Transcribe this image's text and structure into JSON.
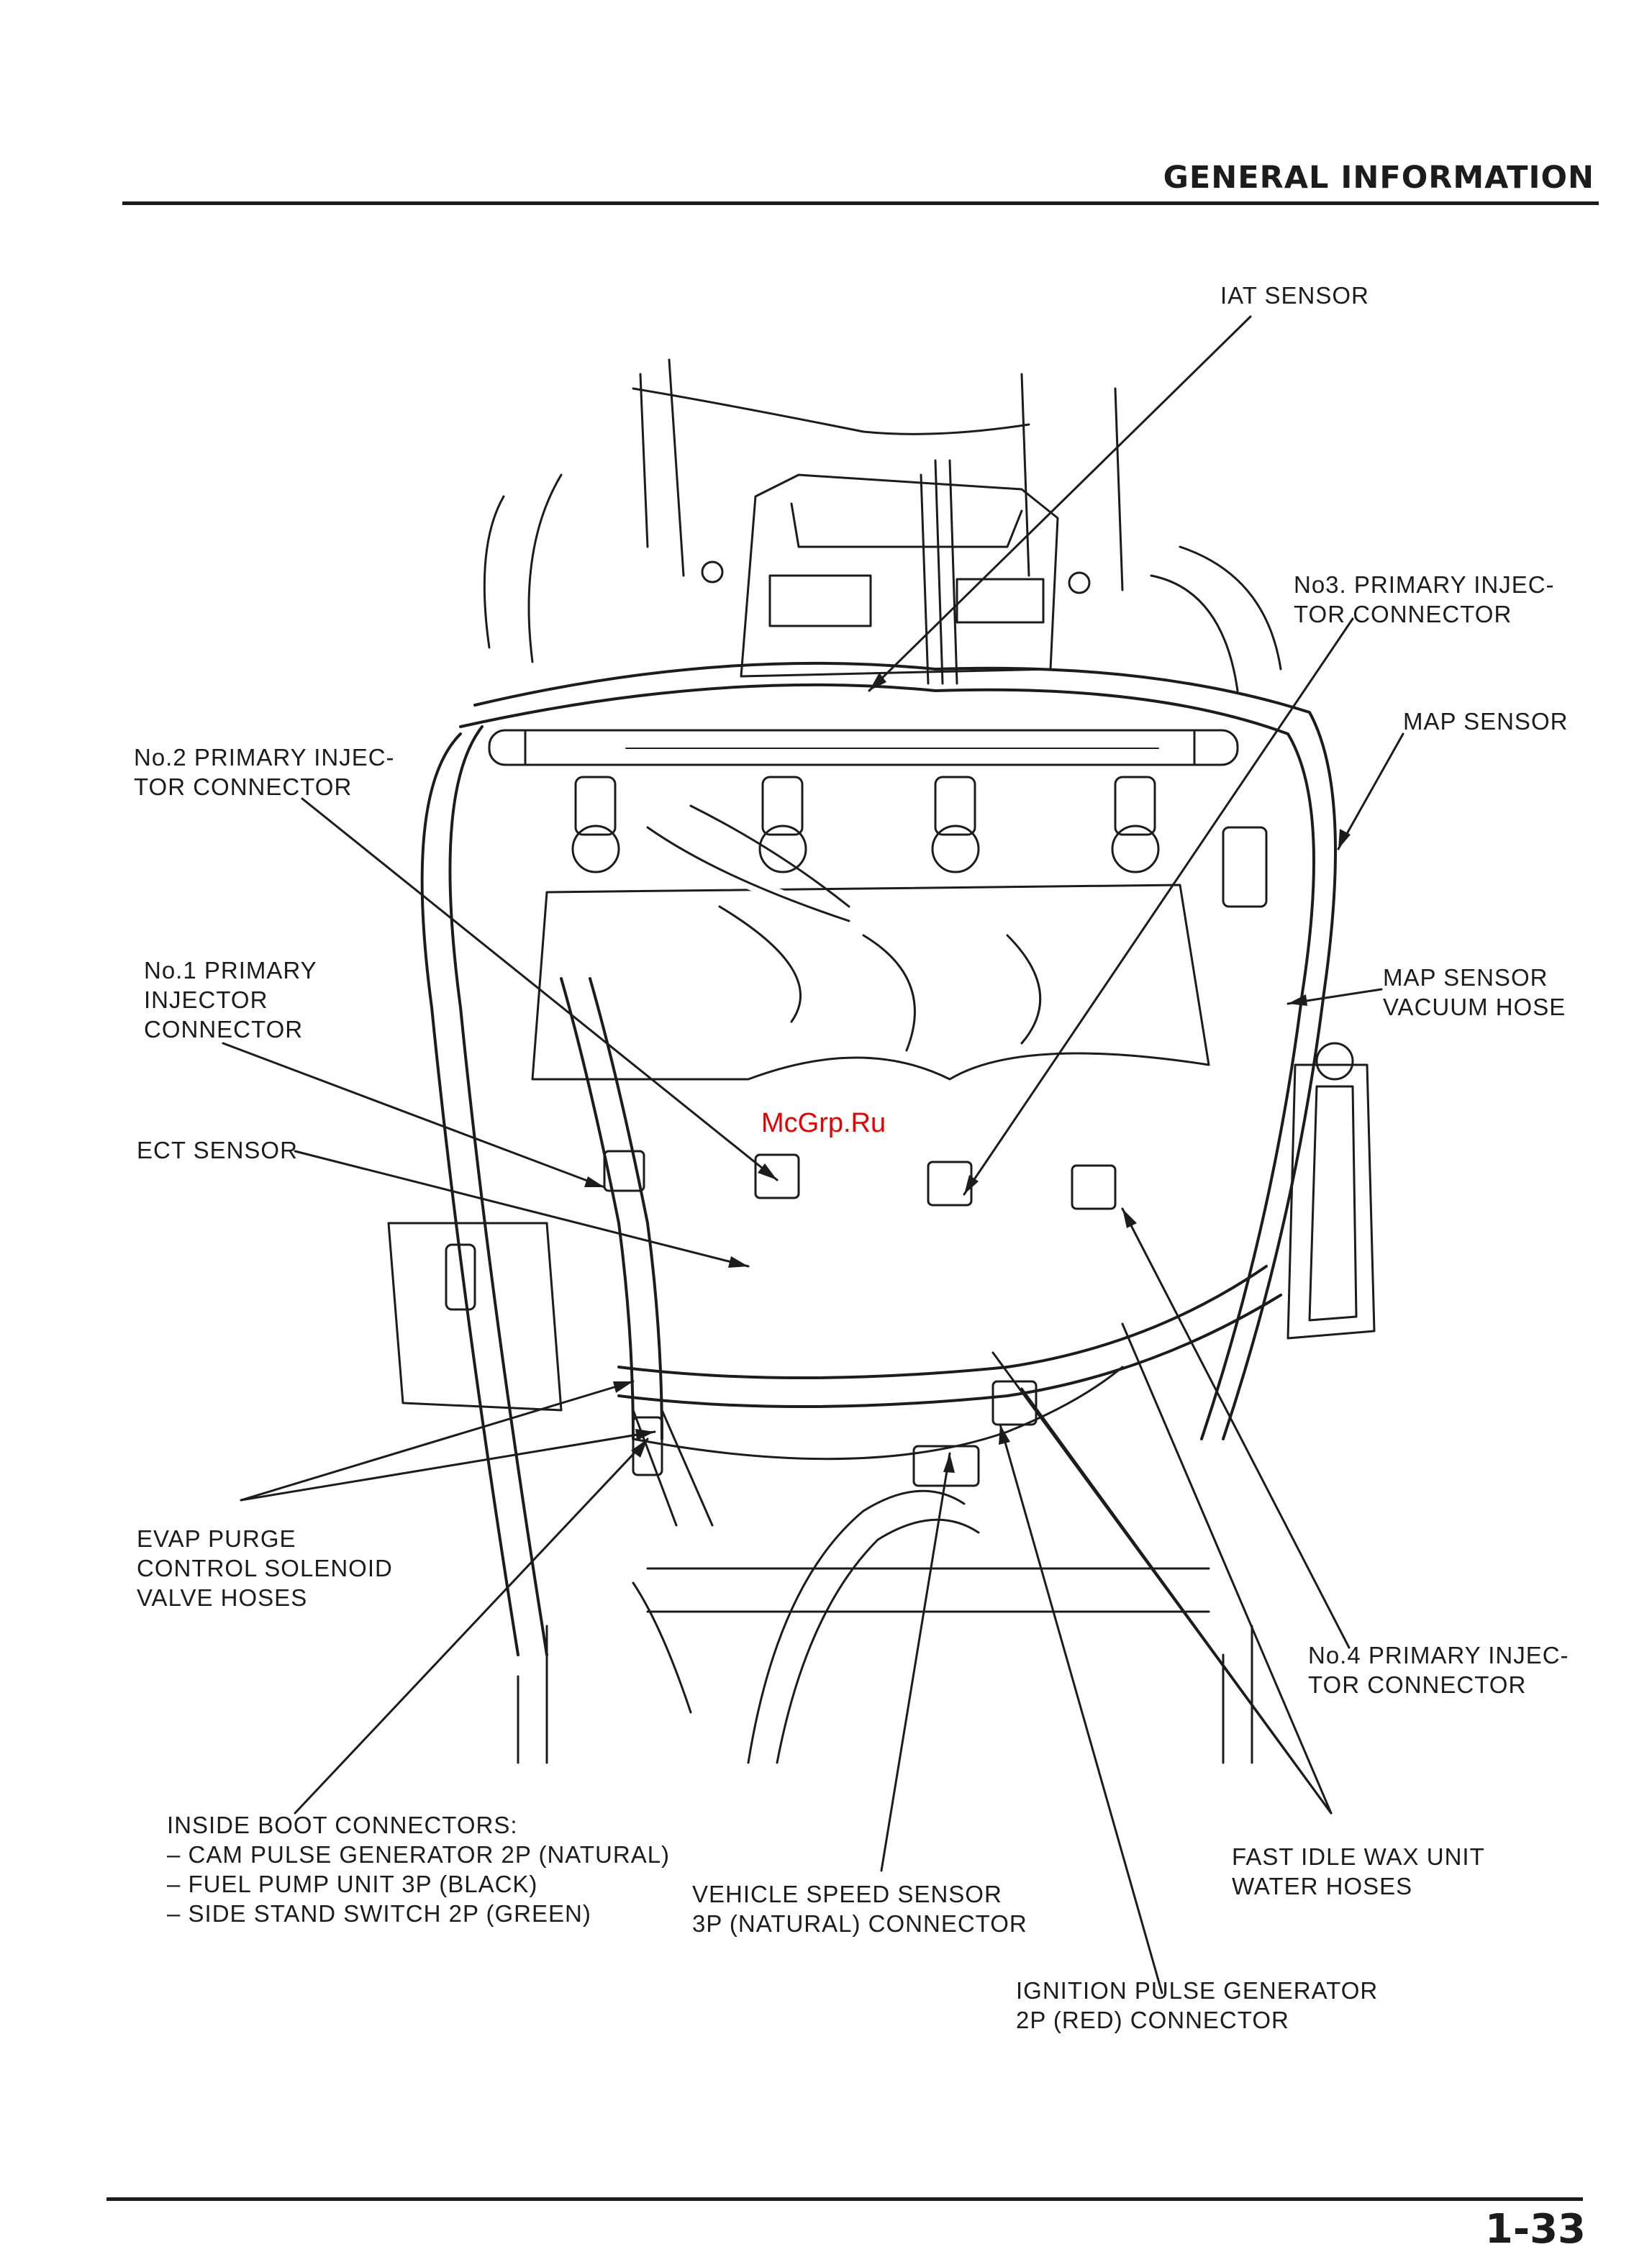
{
  "header": {
    "section_title": "GENERAL INFORMATION",
    "page_number": "1-33"
  },
  "watermark": "McGrp.Ru",
  "callouts": {
    "iat_sensor": [
      "IAT SENSOR"
    ],
    "no3_primary_injector_connector": [
      "No3. PRIMARY INJEC-",
      "TOR CONNECTOR"
    ],
    "map_sensor": [
      "MAP SENSOR"
    ],
    "no2_primary_injector_connector": [
      "No.2 PRIMARY INJEC-",
      "TOR CONNECTOR"
    ],
    "no1_primary_injector_connector": [
      "No.1 PRIMARY",
      "INJECTOR",
      "CONNECTOR"
    ],
    "map_sensor_vacuum_hose": [
      "MAP SENSOR",
      "VACUUM HOSE"
    ],
    "ect_sensor": [
      "ECT SENSOR"
    ],
    "evap_purge_control_solenoid_valve_hoses": [
      "EVAP PURGE",
      "CONTROL SOLENOID",
      "VALVE HOSES"
    ],
    "no4_primary_injector_connector": [
      "No.4 PRIMARY INJEC-",
      "TOR CONNECTOR"
    ],
    "inside_boot_connectors": [
      "INSIDE BOOT CONNECTORS:",
      "– CAM PULSE GENERATOR 2P (NATURAL)",
      "– FUEL PUMP UNIT 3P (BLACK)",
      "– SIDE STAND SWITCH 2P (GREEN)"
    ],
    "fast_idle_wax_unit_water_hoses": [
      "FAST IDLE WAX UNIT",
      "WATER HOSES"
    ],
    "vehicle_speed_sensor_connector": [
      "VEHICLE SPEED SENSOR",
      "3P (NATURAL) CONNECTOR"
    ],
    "ignition_pulse_generator_connector": [
      "IGNITION PULSE GENERATOR",
      "2P (RED) CONNECTOR"
    ]
  },
  "colors": {
    "ink": "#1c1c1c",
    "watermark": "#e60000",
    "paper": "#ffffff"
  }
}
